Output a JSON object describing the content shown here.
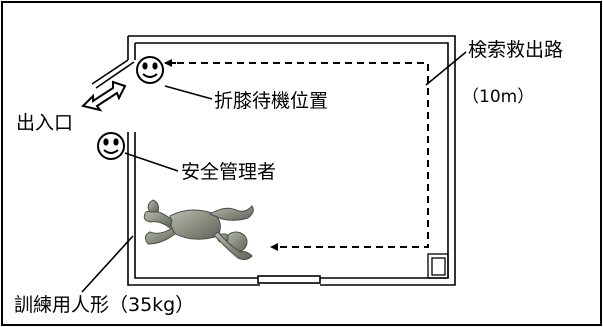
{
  "labels": {
    "entrance": "出入口",
    "kneel_position": "折膝待機位置",
    "safety_manager": "安全管理者",
    "search_route": "検索救出路",
    "route_length": "（10m）",
    "dummy": "訓練用人形（35kg）"
  },
  "icons": {
    "face": "smiley-face-icon",
    "arrow": "double-arrow-icon",
    "dummy": "mannequin-figure"
  }
}
